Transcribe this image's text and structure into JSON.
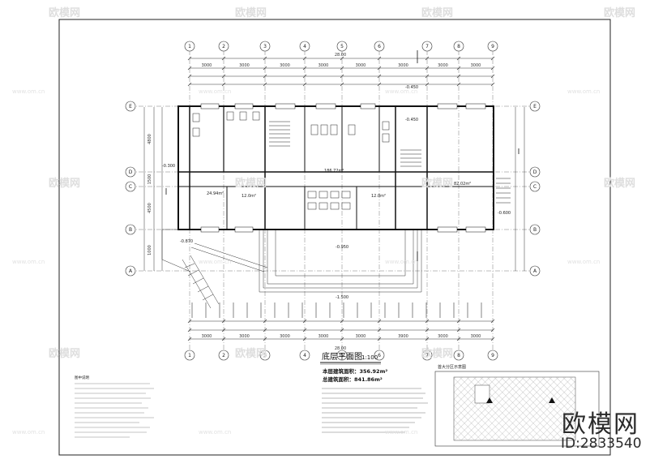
{
  "drawing": {
    "title": "底层平面图",
    "scale": "1:100",
    "area_label": "本层建筑面积：356.92m²",
    "total_label": "总建筑面积：841.86m²",
    "key_plan_title": "首大分区示意图"
  },
  "grid": {
    "columns": [
      "1",
      "2",
      "3",
      "4",
      "5",
      "6",
      "7",
      "8",
      "9"
    ],
    "rows": [
      "E",
      "D",
      "C",
      "B",
      "A"
    ],
    "overall_dim": "28.00",
    "top_dims": [
      "3000",
      "3000",
      "3000",
      "3000",
      "3000",
      "3000",
      "3000",
      "3000"
    ],
    "bottom_dims": [
      "3000",
      "3000",
      "3000",
      "3000",
      "3000",
      "3900",
      "3000",
      "3000"
    ],
    "left_dims": [
      "4800",
      "1500",
      "4500",
      "1000"
    ]
  },
  "rooms": [
    {
      "label": "24.94m²"
    },
    {
      "label": "12.0m²"
    },
    {
      "label": "12.0m²"
    },
    {
      "label": "82.02m²"
    },
    {
      "label": "186.72m²"
    }
  ],
  "elevations": [
    "-0.450",
    "-0.450",
    "-0.300",
    "-0.600",
    "-0.870",
    "-0.950",
    "-1.500"
  ],
  "notes_heading": "图中说明",
  "watermark": {
    "site": "www.om.cn",
    "text": "欧模网"
  },
  "brand": {
    "name": "欧模网",
    "id": "ID:2833540"
  }
}
